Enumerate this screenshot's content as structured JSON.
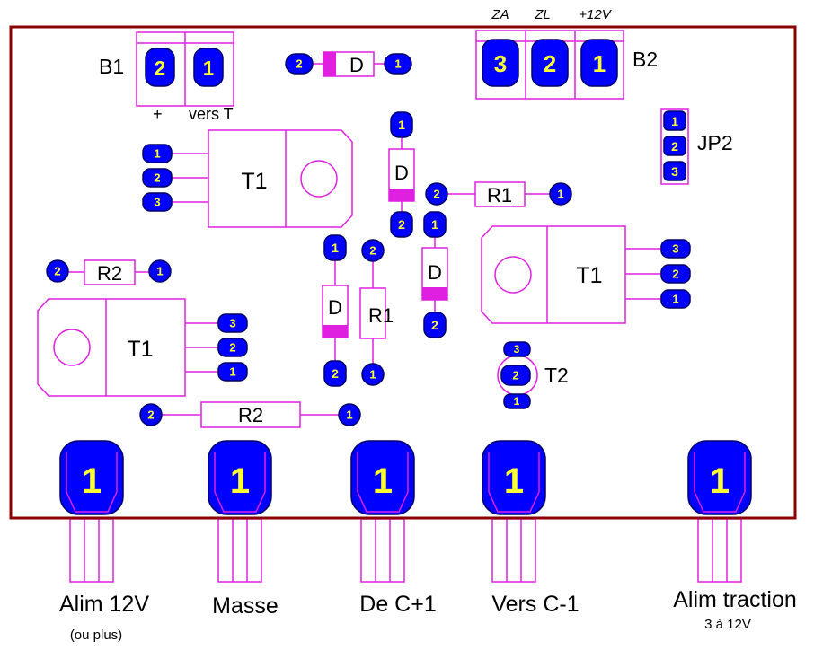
{
  "colors": {
    "board_outline": "#8b0000",
    "silkscreen": "#e020e0",
    "pad": "#0000ff",
    "pad_number": "#ffff33",
    "label": "#000000"
  },
  "header": {
    "za": "ZA",
    "zl": "ZL",
    "v12": "+12V"
  },
  "labels": {
    "b1": "B1",
    "b1_plus": "+",
    "b1_vers": "vers T",
    "b2": "B2",
    "jp2": "JP2",
    "t2": "T2",
    "d_a": "D",
    "d_b": "D",
    "d_c": "D",
    "d_d": "D",
    "r1_a": "R1",
    "r1_b": "R1",
    "r2_a": "R2",
    "r2_b": "R2",
    "t1_a": "T1",
    "t1_b": "T1",
    "t1_c": "T1"
  },
  "pads": {
    "b1": [
      "2",
      "1"
    ],
    "b2": [
      "3",
      "2",
      "1"
    ],
    "jp2": [
      "1",
      "2",
      "3"
    ],
    "t2": [
      "3",
      "2",
      "1"
    ],
    "t1_a": [
      "1",
      "2",
      "3"
    ],
    "t1_b": [
      "3",
      "2",
      "1"
    ],
    "t1_c": [
      "3",
      "2",
      "1"
    ],
    "d_top": [
      "2",
      "1"
    ],
    "d_vert1": [
      "1",
      "2"
    ],
    "d_vert2": [
      "1",
      "2"
    ],
    "d_vert3": [
      "1",
      "2"
    ],
    "r1_h": [
      "2",
      "1"
    ],
    "r1_v": [
      "2",
      "1"
    ],
    "r2_h1": [
      "2",
      "1"
    ],
    "r2_h2": [
      "2",
      "1"
    ],
    "terminals": [
      "1",
      "1",
      "1",
      "1",
      "1"
    ]
  },
  "terminals": [
    {
      "label": "Alim 12V",
      "sub": "(ou plus)"
    },
    {
      "label": "Masse",
      "sub": ""
    },
    {
      "label": "De C+1",
      "sub": ""
    },
    {
      "label": "Vers C-1",
      "sub": ""
    },
    {
      "label": "Alim traction",
      "sub": "3 à 12V"
    }
  ]
}
